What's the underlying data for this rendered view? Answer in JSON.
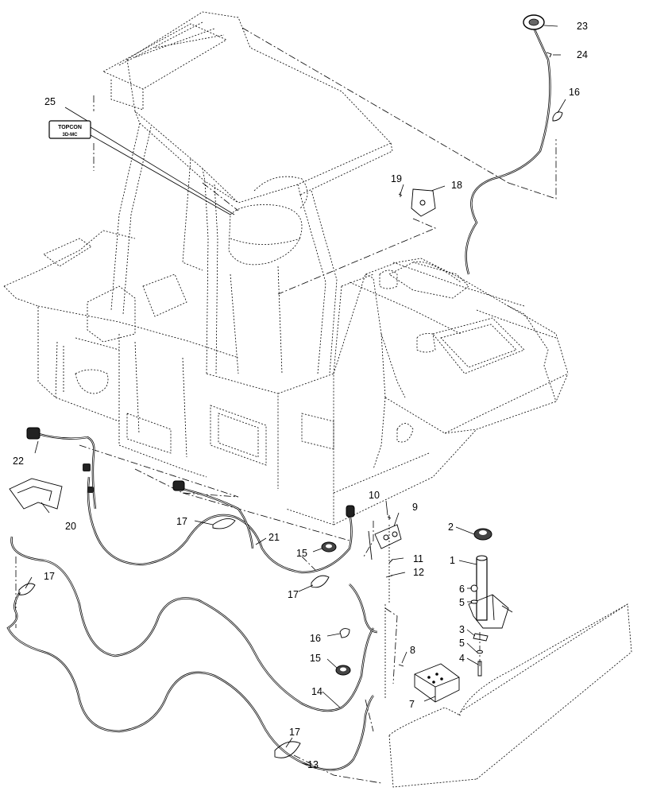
{
  "diagram": {
    "callouts": [
      {
        "id": "c1",
        "label": "1"
      },
      {
        "id": "c2",
        "label": "2"
      },
      {
        "id": "c3",
        "label": "3"
      },
      {
        "id": "c4",
        "label": "4"
      },
      {
        "id": "c5a",
        "label": "5"
      },
      {
        "id": "c5b",
        "label": "5"
      },
      {
        "id": "c6",
        "label": "6"
      },
      {
        "id": "c7",
        "label": "7"
      },
      {
        "id": "c8",
        "label": "8"
      },
      {
        "id": "c9",
        "label": "9"
      },
      {
        "id": "c10",
        "label": "10"
      },
      {
        "id": "c11",
        "label": "11"
      },
      {
        "id": "c12",
        "label": "12"
      },
      {
        "id": "c13",
        "label": "13"
      },
      {
        "id": "c14",
        "label": "14"
      },
      {
        "id": "c15a",
        "label": "15"
      },
      {
        "id": "c15b",
        "label": "15"
      },
      {
        "id": "c16a",
        "label": "16"
      },
      {
        "id": "c16b",
        "label": "16"
      },
      {
        "id": "c17a",
        "label": "17"
      },
      {
        "id": "c17b",
        "label": "17"
      },
      {
        "id": "c17c",
        "label": "17"
      },
      {
        "id": "c17d",
        "label": "17"
      },
      {
        "id": "c18",
        "label": "18"
      },
      {
        "id": "c19",
        "label": "19"
      },
      {
        "id": "c20",
        "label": "20"
      },
      {
        "id": "c21",
        "label": "21"
      },
      {
        "id": "c22",
        "label": "22"
      },
      {
        "id": "c23",
        "label": "23"
      },
      {
        "id": "c24",
        "label": "24"
      },
      {
        "id": "c25",
        "label": "25"
      }
    ],
    "decal": {
      "line1": "TOPCON",
      "line2": "3D-MC"
    }
  }
}
